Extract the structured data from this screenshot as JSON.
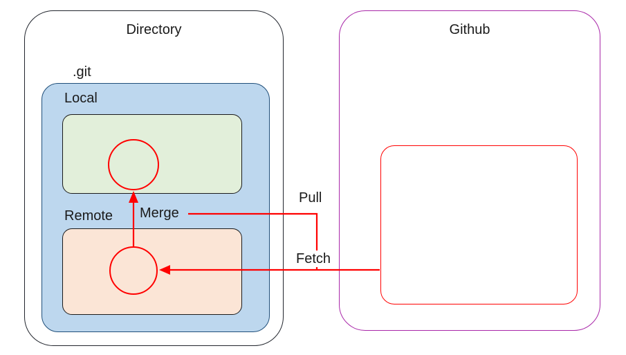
{
  "diagram": {
    "directory": {
      "title": "Directory",
      "git_label": ".git",
      "local_label": "Local",
      "remote_label": "Remote"
    },
    "github": {
      "title": "Github"
    },
    "arrows": {
      "merge": "Merge",
      "pull": "Pull",
      "fetch": "Fetch"
    },
    "colors": {
      "red": "#ff0000",
      "blue_fill": "#bdd7ee",
      "blue_border": "#1f4e79",
      "green_fill": "#e2efda",
      "peach_fill": "#fbe5d6",
      "github_border": "#a826a8",
      "directory_border": "#20242c",
      "box_border": "#1a1a1a",
      "text": "#1a1a1a"
    }
  }
}
